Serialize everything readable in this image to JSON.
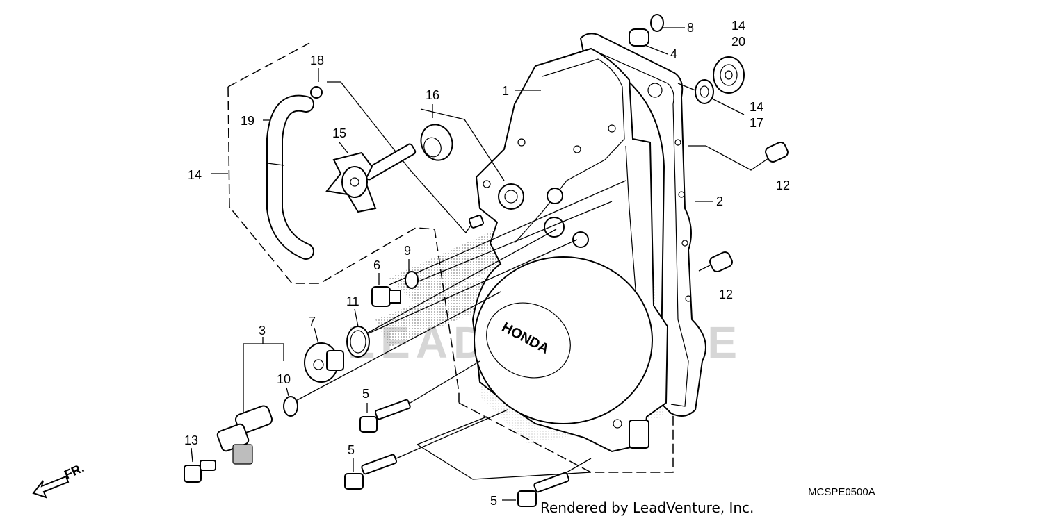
{
  "diagram": {
    "labels": {
      "p1": "1",
      "p2": "2",
      "p3": "3",
      "p4": "4",
      "p5a": "5",
      "p5b": "5",
      "p5c": "5",
      "p6": "6",
      "p7": "7",
      "p8": "8",
      "p9": "9",
      "p10": "10",
      "p11": "11",
      "p12a": "12",
      "p12b": "12",
      "p13": "13",
      "p14a": "14",
      "p14b": "14",
      "p14c": "14",
      "p15": "15",
      "p16": "16",
      "p17": "17",
      "p18": "18",
      "p19": "19",
      "p20": "20"
    },
    "cover_logo": "HONDA",
    "front_marker": "FR.",
    "watermark": "LEADVENTURE",
    "diagram_code": "MCSPE0500A",
    "credit": "Rendered by LeadVenture, Inc."
  }
}
